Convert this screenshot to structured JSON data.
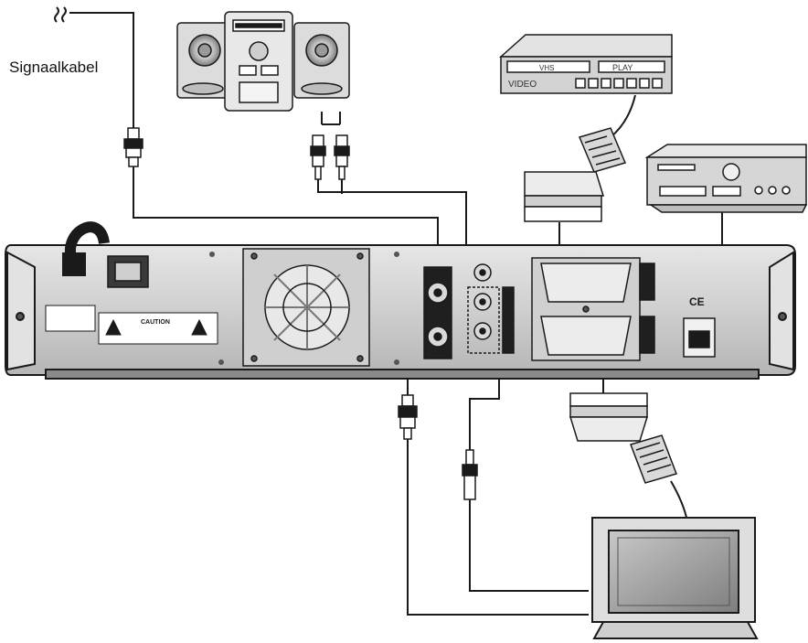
{
  "labels": {
    "signal_cable": "Signaalkabel"
  },
  "devices": {
    "vcr": {
      "brand_text": "VHS",
      "display_text": "PLAY",
      "name_text": "VIDEO"
    },
    "receiver_label": "CAUTION",
    "ce_mark": "CE"
  },
  "colors": {
    "line": "#1a1a1a",
    "panel_light": "#d9d9d9",
    "panel_mid": "#bdbdbd",
    "panel_dark": "#8a8a8a",
    "screen": "#9e9e9e"
  }
}
